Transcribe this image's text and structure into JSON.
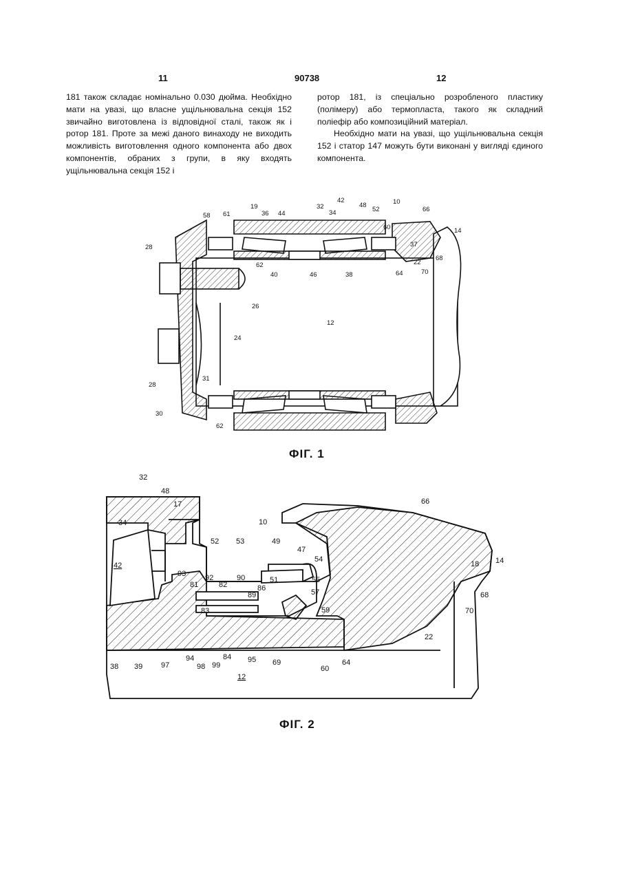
{
  "header": {
    "left_page": "11",
    "doc_number": "90738",
    "right_page": "12"
  },
  "text": {
    "left_column": "181 також складає номінально 0.030 дюйма. Необхідно мати на увазі, що власне ущільнювальна секція 152 звичайно виготовлена із відповідної сталі, також як і ротор 181. Проте за межі даного винаходу не виходить можливість виготовлення одного компонента або двох компонентів, обраних з групи, в яку входять ущільнювальна секція 152 і",
    "right_column_1": "ротор 181, із спеціально розробленого пластику (полімеру) або термопласта, такого як складний поліефір або композиційний матеріал.",
    "right_column_2": "Необхідно мати на увазі, що ущільнювальна секція 152 і статор 147 можуть бути виконані у вигляді єдиного компонента."
  },
  "figures": [
    {
      "caption": "ФІГ. 1",
      "labels": [
        "58",
        "61",
        "19",
        "36",
        "44",
        "32",
        "42",
        "34",
        "48",
        "52",
        "10",
        "66",
        "14",
        "60",
        "37",
        "28",
        "62",
        "40",
        "46",
        "38",
        "64",
        "22",
        "70",
        "68",
        "26",
        "12",
        "24",
        "28",
        "31",
        "30",
        "62"
      ]
    },
    {
      "caption": "ФІГ. 2",
      "labels": [
        "32",
        "48",
        "17",
        "34",
        "42",
        "10",
        "66",
        "52",
        "53",
        "49",
        "47",
        "54",
        "18",
        "14",
        "93",
        "92",
        "90",
        "51",
        "55",
        "81",
        "82",
        "86",
        "57",
        "89",
        "68",
        "83",
        "59",
        "70",
        "22",
        "38",
        "39",
        "97",
        "94",
        "98",
        "99",
        "84",
        "95",
        "69",
        "60",
        "64",
        "12"
      ]
    }
  ]
}
